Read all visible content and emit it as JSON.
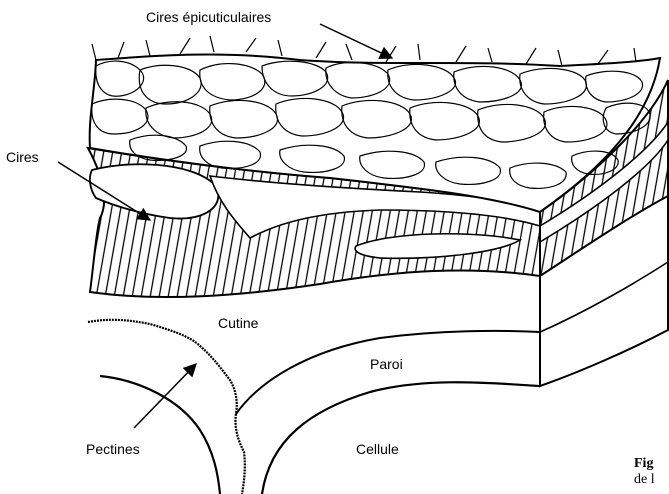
{
  "labels": {
    "cires_epicuticulaires": "Cires épicuticulaires",
    "cires": "Cires",
    "cutine": "Cutine",
    "paroi": "Paroi",
    "pectines": "Pectines",
    "cellule": "Cellule"
  },
  "caption": {
    "line1_bold": "Fig",
    "line2": "de l"
  },
  "colors": {
    "ink": "#000000",
    "background": "#ffffff"
  }
}
